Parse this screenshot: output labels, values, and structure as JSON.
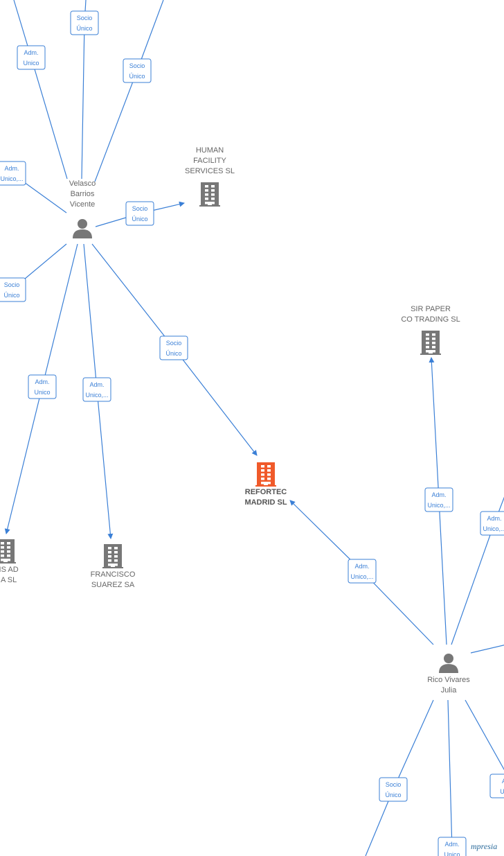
{
  "diagram": {
    "colors": {
      "edge": "#3a7fd6",
      "building": "#777777",
      "building_main": "#f05a2a",
      "person": "#777777"
    },
    "nodes": [
      {
        "id": "velasco",
        "type": "person",
        "lines": [
          "Velasco",
          "Barrios",
          "Vicente"
        ]
      },
      {
        "id": "rico",
        "type": "person",
        "lines": [
          "Rico Vivares",
          "Julia"
        ]
      },
      {
        "id": "human",
        "type": "company",
        "lines": [
          "HUMAN",
          "FACILITY",
          "SERVICES  SL"
        ]
      },
      {
        "id": "sirpaper",
        "type": "company",
        "lines": [
          "SIR PAPER",
          "CO TRADING  SL"
        ]
      },
      {
        "id": "refortec",
        "type": "company-main",
        "lines": [
          "REFORTEC",
          "MADRID  SL"
        ]
      },
      {
        "id": "francisco",
        "type": "company",
        "lines": [
          "FRANCISCO",
          "SUAREZ SA"
        ]
      },
      {
        "id": "mis",
        "type": "company",
        "lines": [
          "MIS AD",
          "MA  SL"
        ]
      }
    ],
    "edges": [
      {
        "id": "e1",
        "from": "velasco",
        "to": "top1",
        "label": [
          "Adm.",
          "Unico"
        ]
      },
      {
        "id": "e2",
        "from": "velasco",
        "to": "top2",
        "label": [
          "Socio",
          "Único"
        ]
      },
      {
        "id": "e3",
        "from": "velasco",
        "to": "top3",
        "label": [
          "Socio",
          "Único"
        ]
      },
      {
        "id": "e4",
        "from": "velasco",
        "to": "left1",
        "label": [
          "Adm.",
          "Unico,..."
        ]
      },
      {
        "id": "e5",
        "from": "velasco",
        "to": "human",
        "label": [
          "Socio",
          "Único"
        ]
      },
      {
        "id": "e6",
        "from": "velasco",
        "to": "left2",
        "label": [
          "Socio",
          "Único"
        ]
      },
      {
        "id": "e7",
        "from": "velasco",
        "to": "refortec",
        "label": [
          "Socio",
          "Único"
        ]
      },
      {
        "id": "e8",
        "from": "velasco",
        "to": "mis",
        "label": [
          "Adm.",
          "Unico"
        ]
      },
      {
        "id": "e9",
        "from": "velasco",
        "to": "francisco",
        "label": [
          "Adm.",
          "Unico,..."
        ]
      },
      {
        "id": "e10",
        "from": "rico",
        "to": "sirpaper",
        "label": [
          "Adm.",
          "Unico,..."
        ]
      },
      {
        "id": "e11",
        "from": "rico",
        "to": "right1",
        "label": [
          "Adm.",
          "Unico,..."
        ]
      },
      {
        "id": "e12",
        "from": "rico",
        "to": "refortec",
        "label": [
          "Adm.",
          "Unico,..."
        ]
      },
      {
        "id": "e13",
        "from": "rico",
        "to": "bottom1",
        "label": [
          "Socio",
          "Único"
        ]
      },
      {
        "id": "e14",
        "from": "rico",
        "to": "bottom2",
        "label": [
          "Adm.",
          "Unico"
        ]
      },
      {
        "id": "e15",
        "from": "rico",
        "to": "right3",
        "label": [
          "A",
          "Un"
        ]
      },
      {
        "id": "e16",
        "from": "rico",
        "to": "right2",
        "label": []
      }
    ],
    "watermark": "mpresia"
  }
}
